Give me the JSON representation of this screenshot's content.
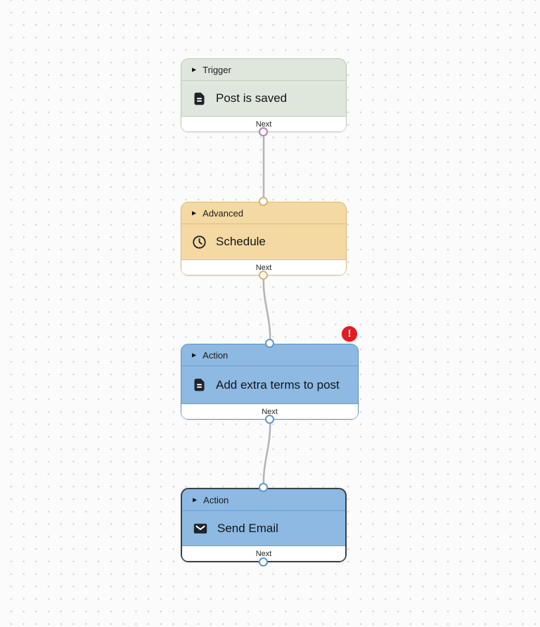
{
  "canvas": {
    "background": "#fbfbfb",
    "dot_color": "#d7d7d7",
    "edge_color": "#b4b4bb"
  },
  "nodes": [
    {
      "category": "Trigger",
      "title": "Post is saved",
      "icon": "document",
      "next_label": "Next",
      "colors": {
        "fill": "#dfe6dc",
        "border": "#bdc7ba",
        "divider": "#c3ccc0",
        "footer": "#ffffff"
      },
      "error": false,
      "selected": false
    },
    {
      "category": "Advanced",
      "title": "Schedule",
      "icon": "clock",
      "next_label": "Next",
      "colors": {
        "fill": "#f5d9a2",
        "border": "#dcb877",
        "divider": "#ddbc80",
        "footer": "#ffffff"
      },
      "error": false,
      "selected": false
    },
    {
      "category": "Action",
      "title": "Add extra terms to post",
      "icon": "document",
      "next_label": "Next",
      "colors": {
        "fill": "#8db9e2",
        "border": "#5b94c9",
        "divider": "#699fd1",
        "footer": "#ffffff"
      },
      "error": true,
      "selected": false
    },
    {
      "category": "Action",
      "title": "Send Email",
      "icon": "envelope",
      "next_label": "Next",
      "colors": {
        "fill": "#8db9e2",
        "border": "#3c4148",
        "divider": "#699fd1",
        "footer": "#ffffff"
      },
      "error": false,
      "selected": true
    }
  ],
  "ports": [
    {
      "id": "trigger-out",
      "color": "#b183b1"
    },
    {
      "id": "advanced-in",
      "color": "#d8b56e"
    },
    {
      "id": "advanced-out",
      "color": "#d8b56e"
    },
    {
      "id": "action-in",
      "color": "#5f97cb"
    },
    {
      "id": "action-out",
      "color": "#5f97cb"
    },
    {
      "id": "send-email-in",
      "color": "#5f97cb"
    },
    {
      "id": "send-email-out",
      "color": "#5f97cb"
    }
  ],
  "connections": [
    {
      "from": "Post is saved",
      "to": "Schedule"
    },
    {
      "from": "Schedule",
      "to": "Add extra terms to post"
    },
    {
      "from": "Add extra terms to post",
      "to": "Send Email"
    }
  ],
  "error_badge": {
    "color": "#e01b24",
    "symbol": "!"
  }
}
